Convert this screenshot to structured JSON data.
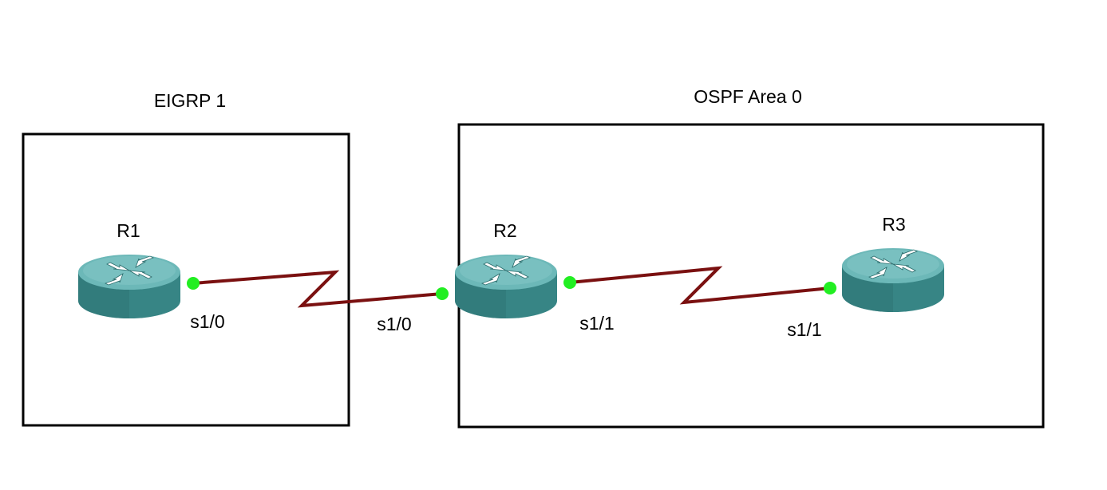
{
  "areas": {
    "eigrp": {
      "label": "EIGRP 1"
    },
    "ospf": {
      "label": "OSPF Area 0"
    }
  },
  "routers": {
    "r1": {
      "name": "R1"
    },
    "r2": {
      "name": "R2"
    },
    "r3": {
      "name": "R3"
    }
  },
  "interfaces": {
    "r1_s10": "s1/0",
    "r2_s10": "s1/0",
    "r2_s11": "s1/1",
    "r3_s11": "s1/1"
  },
  "colors": {
    "link": "#7a1010",
    "port_up": "#22ee22",
    "router_body": "#3b8a8a",
    "router_top": "#67b5b5"
  },
  "icons": {
    "router": "router-icon",
    "port": "port-status-icon"
  }
}
